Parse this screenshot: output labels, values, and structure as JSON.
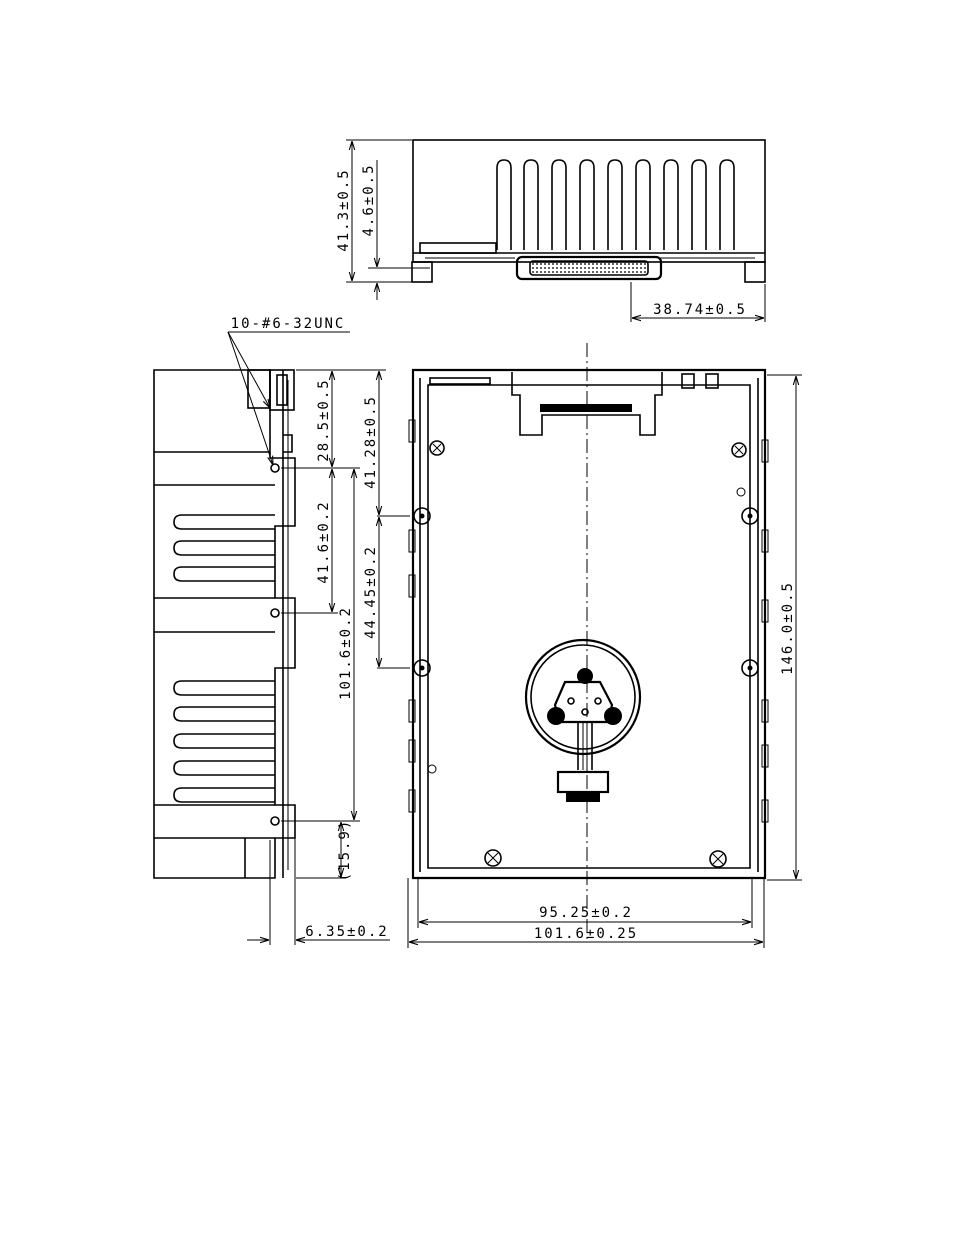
{
  "drawing": {
    "top_view": {
      "height_total": "41.3±0.5",
      "height_connector": "4.6±0.5",
      "connector_offset": "38.74±0.5"
    },
    "side_view": {
      "screw_callout": "10-#6-32UNC",
      "dim_top_to_hole": "28.5±0.5",
      "dim_hole_spacing": "41.6±0.2",
      "dim_hole_span": "101.6±0.2",
      "dim_bottom_ref": "(15.9)",
      "dim_base_offset": "6.35±0.2"
    },
    "bottom_view": {
      "dim_top_to_hole": "41.28±0.5",
      "dim_hole_spacing": "44.45±0.2",
      "length_total": "146.0±0.5",
      "width_holes": "95.25±0.2",
      "width_total": "101.6±0.25"
    }
  }
}
